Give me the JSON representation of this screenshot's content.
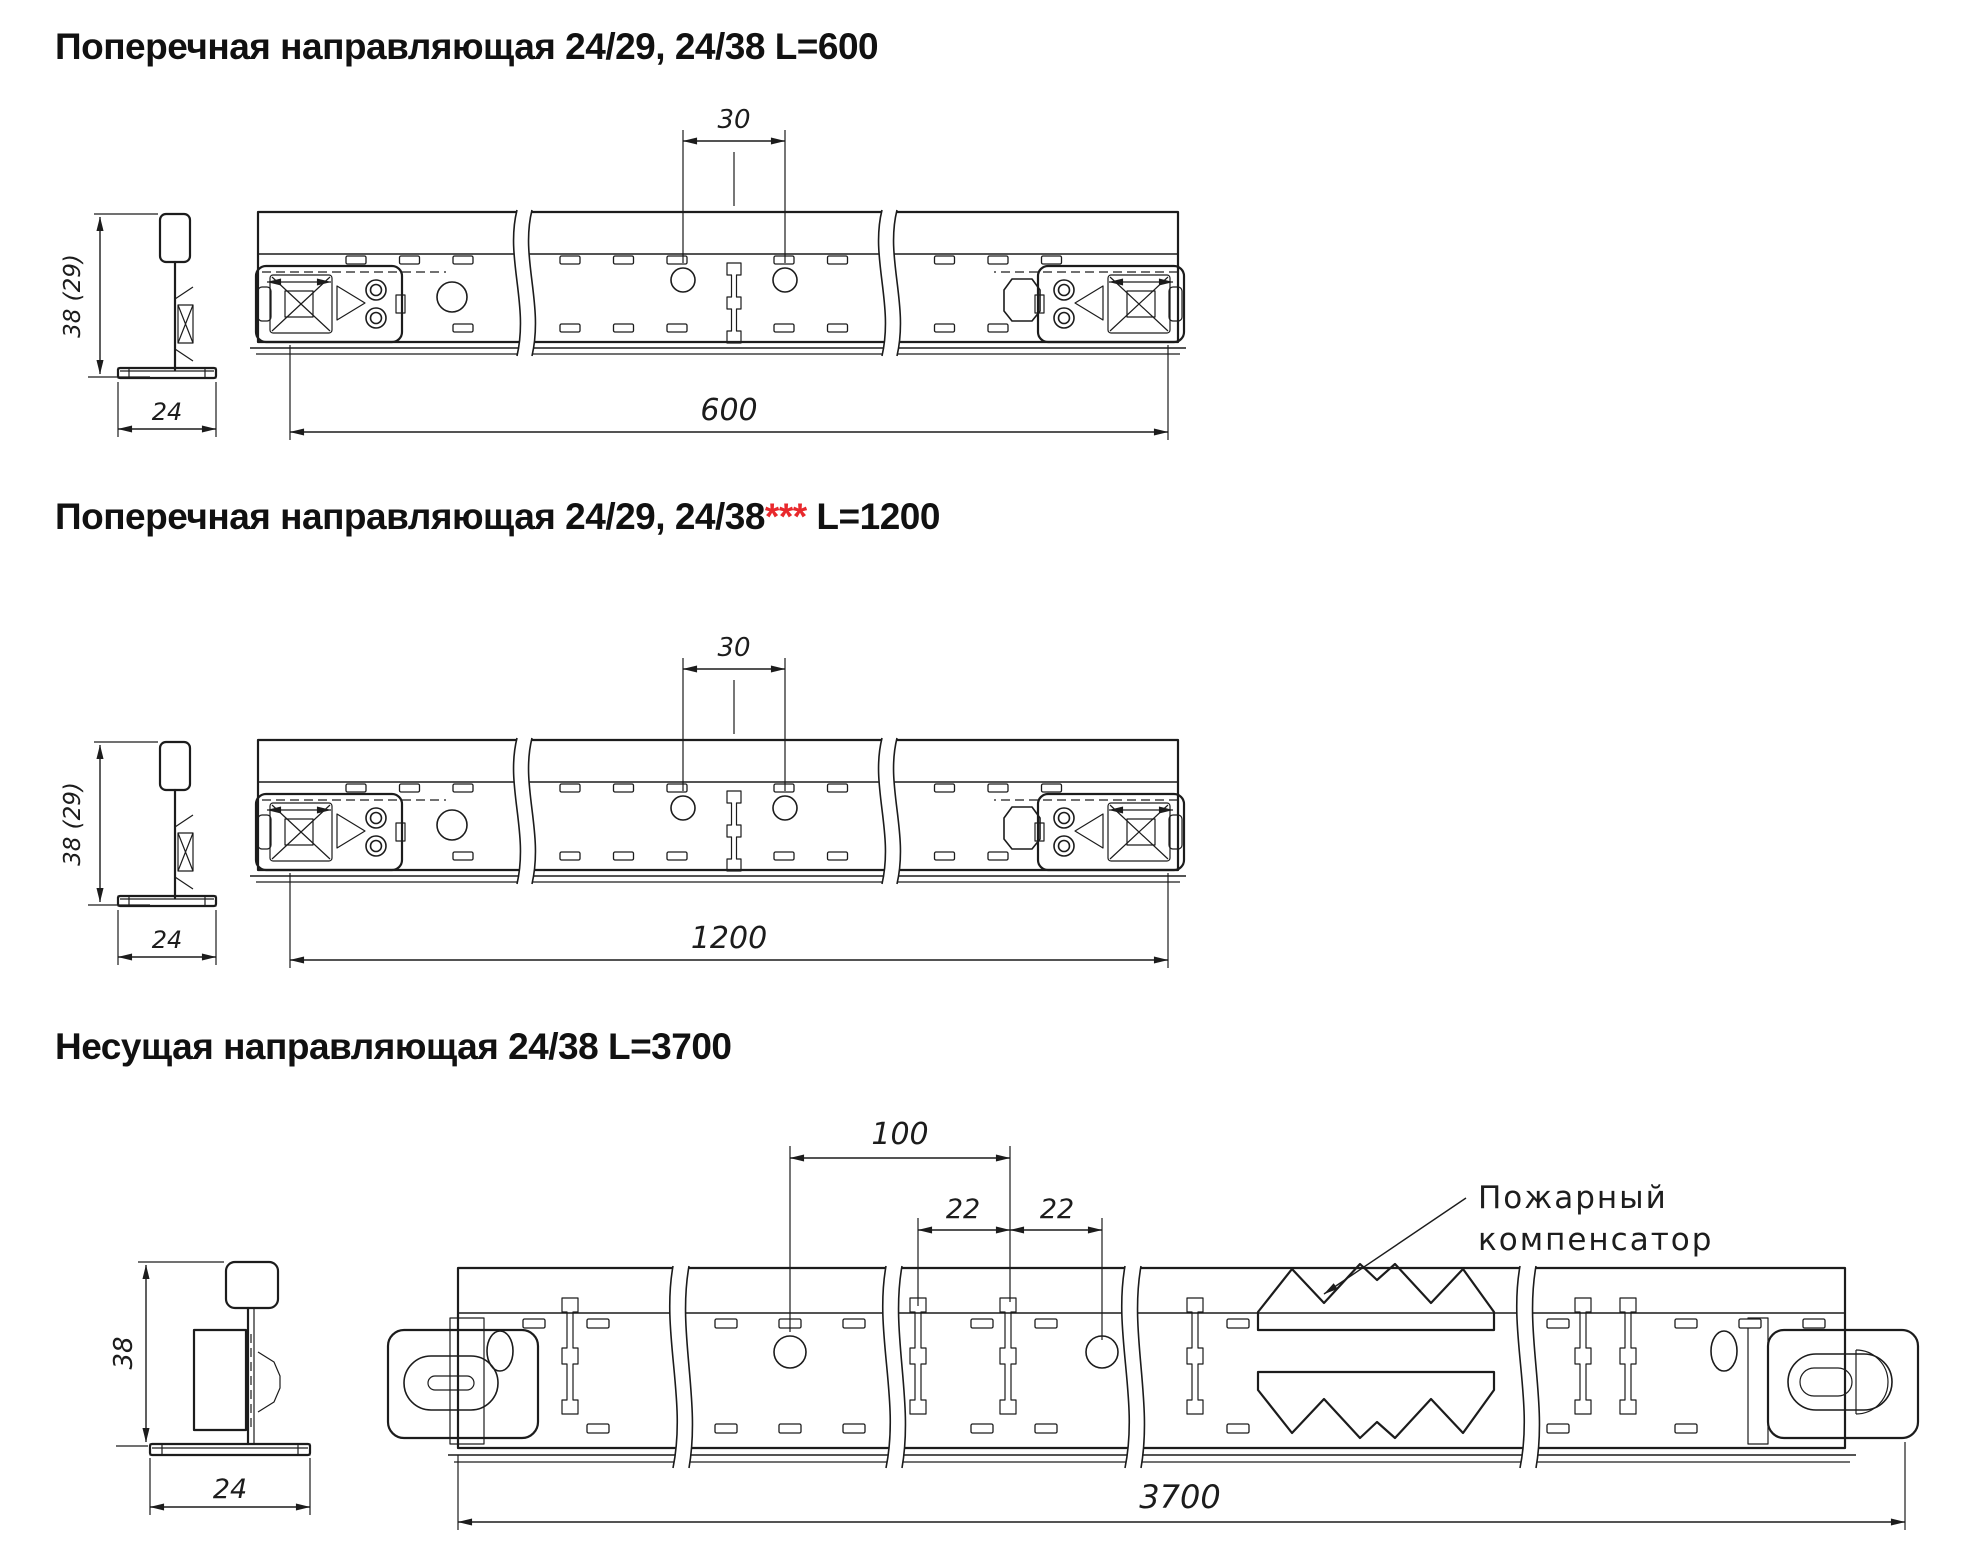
{
  "page": {
    "background": "#ffffff",
    "line_color": "#1c1c1c",
    "accent_red": "#e8282c"
  },
  "sections": [
    {
      "title": "Поперечная направляющая 24/29, 24/38 L=600"
    },
    {
      "title_pre": "Поперечная направляющая 24/29, 24/38",
      "title_stars": "***",
      "title_post": " L=1200"
    },
    {
      "title": "Несущая направляющая 24/38 L=3700"
    }
  ],
  "drawing1": {
    "hole_pitch": "30",
    "length": "600",
    "profile_height": "38 (29)",
    "profile_width": "24"
  },
  "drawing2": {
    "hole_pitch": "30",
    "length": "1200",
    "profile_height": "38 (29)",
    "profile_width": "24"
  },
  "drawing3": {
    "suspension_pitch": "100",
    "slot_pitch_left": "22",
    "slot_pitch_right": "22",
    "length": "3700",
    "profile_height": "38",
    "profile_width": "24",
    "callout_line1": "Пожарный",
    "callout_line2": "компенсатор"
  }
}
